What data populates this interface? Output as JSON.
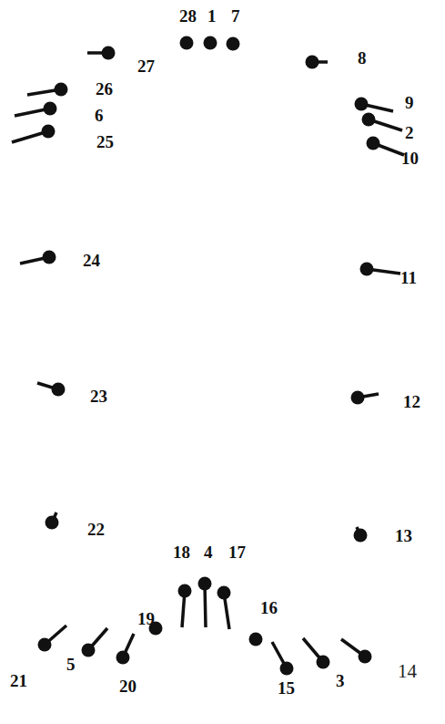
{
  "diagram": {
    "labels": [
      "28",
      "1",
      "7",
      "27",
      "8",
      "26",
      "9",
      "6",
      "2",
      "25",
      "10",
      "24",
      "11",
      "23",
      "12",
      "22",
      "13",
      "18",
      "4",
      "17",
      "19",
      "16",
      "21",
      "5",
      "20",
      "14",
      "15",
      "3"
    ]
  }
}
